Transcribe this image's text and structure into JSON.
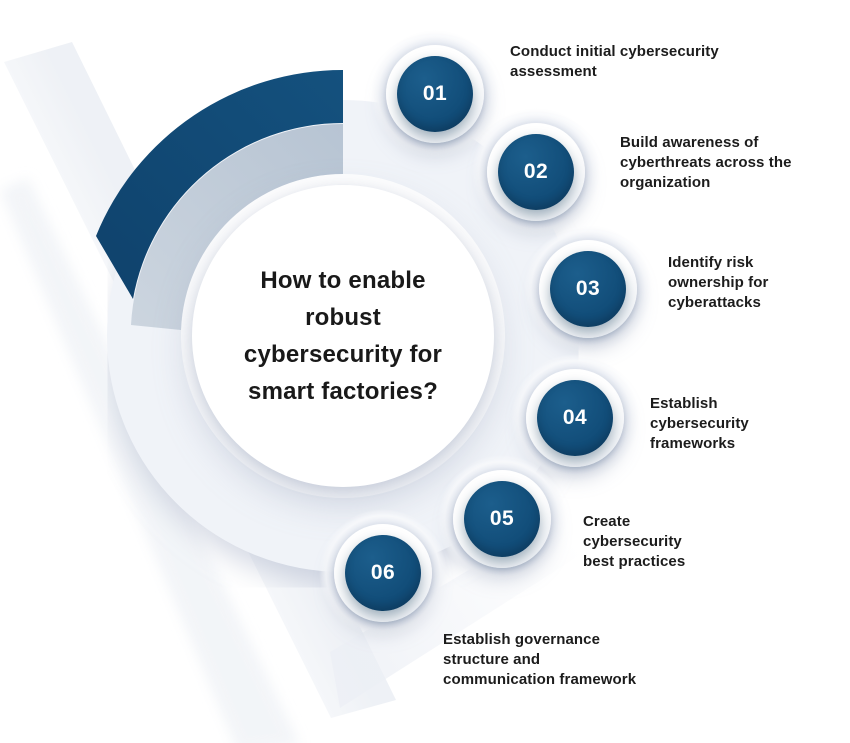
{
  "diagram": {
    "title": "How to enable\nrobust\ncybersecurity for\nsmart factories?",
    "steps": [
      {
        "number": "01",
        "label": "Conduct initial cybersecurity\nassessment"
      },
      {
        "number": "02",
        "label": "Build awareness of\ncyberthreats across the\norganization"
      },
      {
        "number": "03",
        "label": "Identify risk\nownership for\ncyberattacks"
      },
      {
        "number": "04",
        "label": "Establish\ncybersecurity\nframeworks"
      },
      {
        "number": "05",
        "label": "Create\ncybersecurity\nbest practices"
      },
      {
        "number": "06",
        "label": "Establish governance\nstructure and\ncommunication framework"
      }
    ],
    "colors": {
      "navy": "#124E7A",
      "light_arc": "#C0CBD8",
      "ring": "#F0F3F8",
      "band": "#EAEDF3",
      "text": "#1C1C1C"
    }
  }
}
